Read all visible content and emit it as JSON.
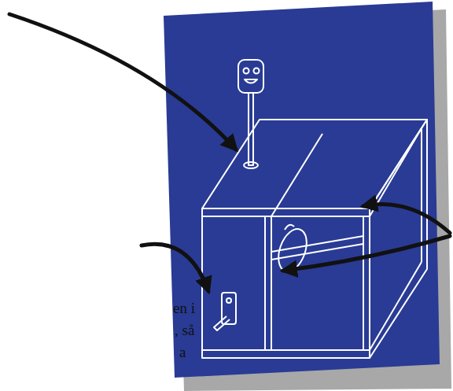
{
  "diagram": {
    "labels": [
      "en i",
      ", så",
      "a"
    ]
  }
}
